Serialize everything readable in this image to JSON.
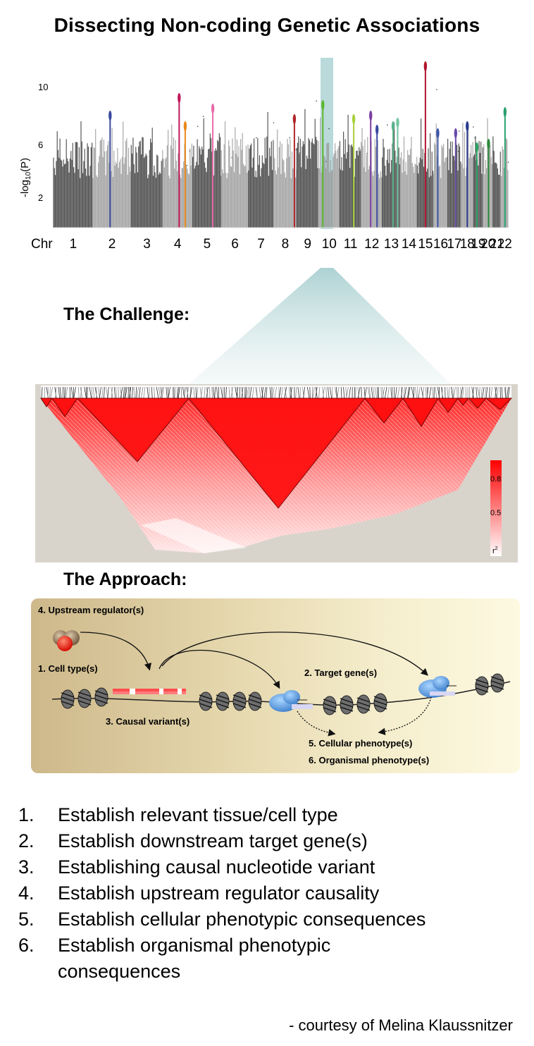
{
  "title": "Dissecting Non-coding Genetic Associations",
  "manhattan": {
    "ylabel_main": "-log",
    "ylabel_sub": "10",
    "ylabel_tail": "(P)",
    "yticks": [
      "10",
      "6",
      "2"
    ],
    "chr_label": "Chr",
    "chromosomes": [
      "1",
      "2",
      "3",
      "4",
      "5",
      "6",
      "7",
      "8",
      "9",
      "10",
      "11",
      "12",
      "13",
      "14",
      "15",
      "16",
      "17",
      "18",
      "19",
      "20",
      "21",
      "22"
    ]
  },
  "challenge_title": "The Challenge:",
  "ld_legend": {
    "ticks": [
      "0.8",
      "0.5"
    ],
    "label_main": "r",
    "label_sup": "2"
  },
  "approach_title": "The Approach:",
  "approach_labels": {
    "upstream": "4. Upstream regulator(s)",
    "cell_type": "1. Cell type(s)",
    "causal_variant": "3. Causal variant(s)",
    "target_gene": "2. Target gene(s)",
    "cellular": "5. Cellular phenotype(s)",
    "organismal": "6. Organismal phenotype(s)"
  },
  "steps": [
    {
      "num": "1.",
      "text": "Establish relevant tissue/cell type"
    },
    {
      "num": "2.",
      "text": "Establish downstream target gene(s)"
    },
    {
      "num": "3.",
      "text": "Establishing causal nucleotide variant"
    },
    {
      "num": "4.",
      "text": "Establish upstream regulator causality"
    },
    {
      "num": "5.",
      "text": "Establish cellular phenotypic consequences"
    },
    {
      "num": "6.",
      "text": "Establish organismal phenotypic consequences"
    }
  ],
  "credit": "- courtesy of Melina Klaussnitzer",
  "colors": {
    "highlight_column": "#b9d9da",
    "ld_red": "#ff0000",
    "ld_background": "#d8d4cc",
    "nucleosome": "#6e6e6e",
    "polymerase": "#4a8ed8"
  }
}
